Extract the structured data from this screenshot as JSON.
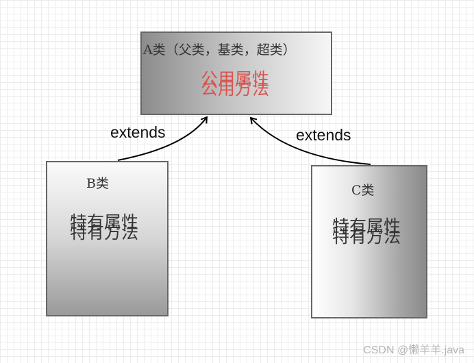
{
  "parent_class": {
    "title": "A类（父类，基类，超类）",
    "line1": "公用属性",
    "line2": "公用方法",
    "text_color": "#d9534f"
  },
  "child_b": {
    "title": "B类",
    "line1": "特有属性",
    "line2": "特有方法"
  },
  "child_c": {
    "title": "C类",
    "line1": "特有属性",
    "line2": "特有方法"
  },
  "arrows": {
    "left_label": "extends",
    "right_label": "extends"
  },
  "watermark": "CSDN @懒羊羊.java"
}
